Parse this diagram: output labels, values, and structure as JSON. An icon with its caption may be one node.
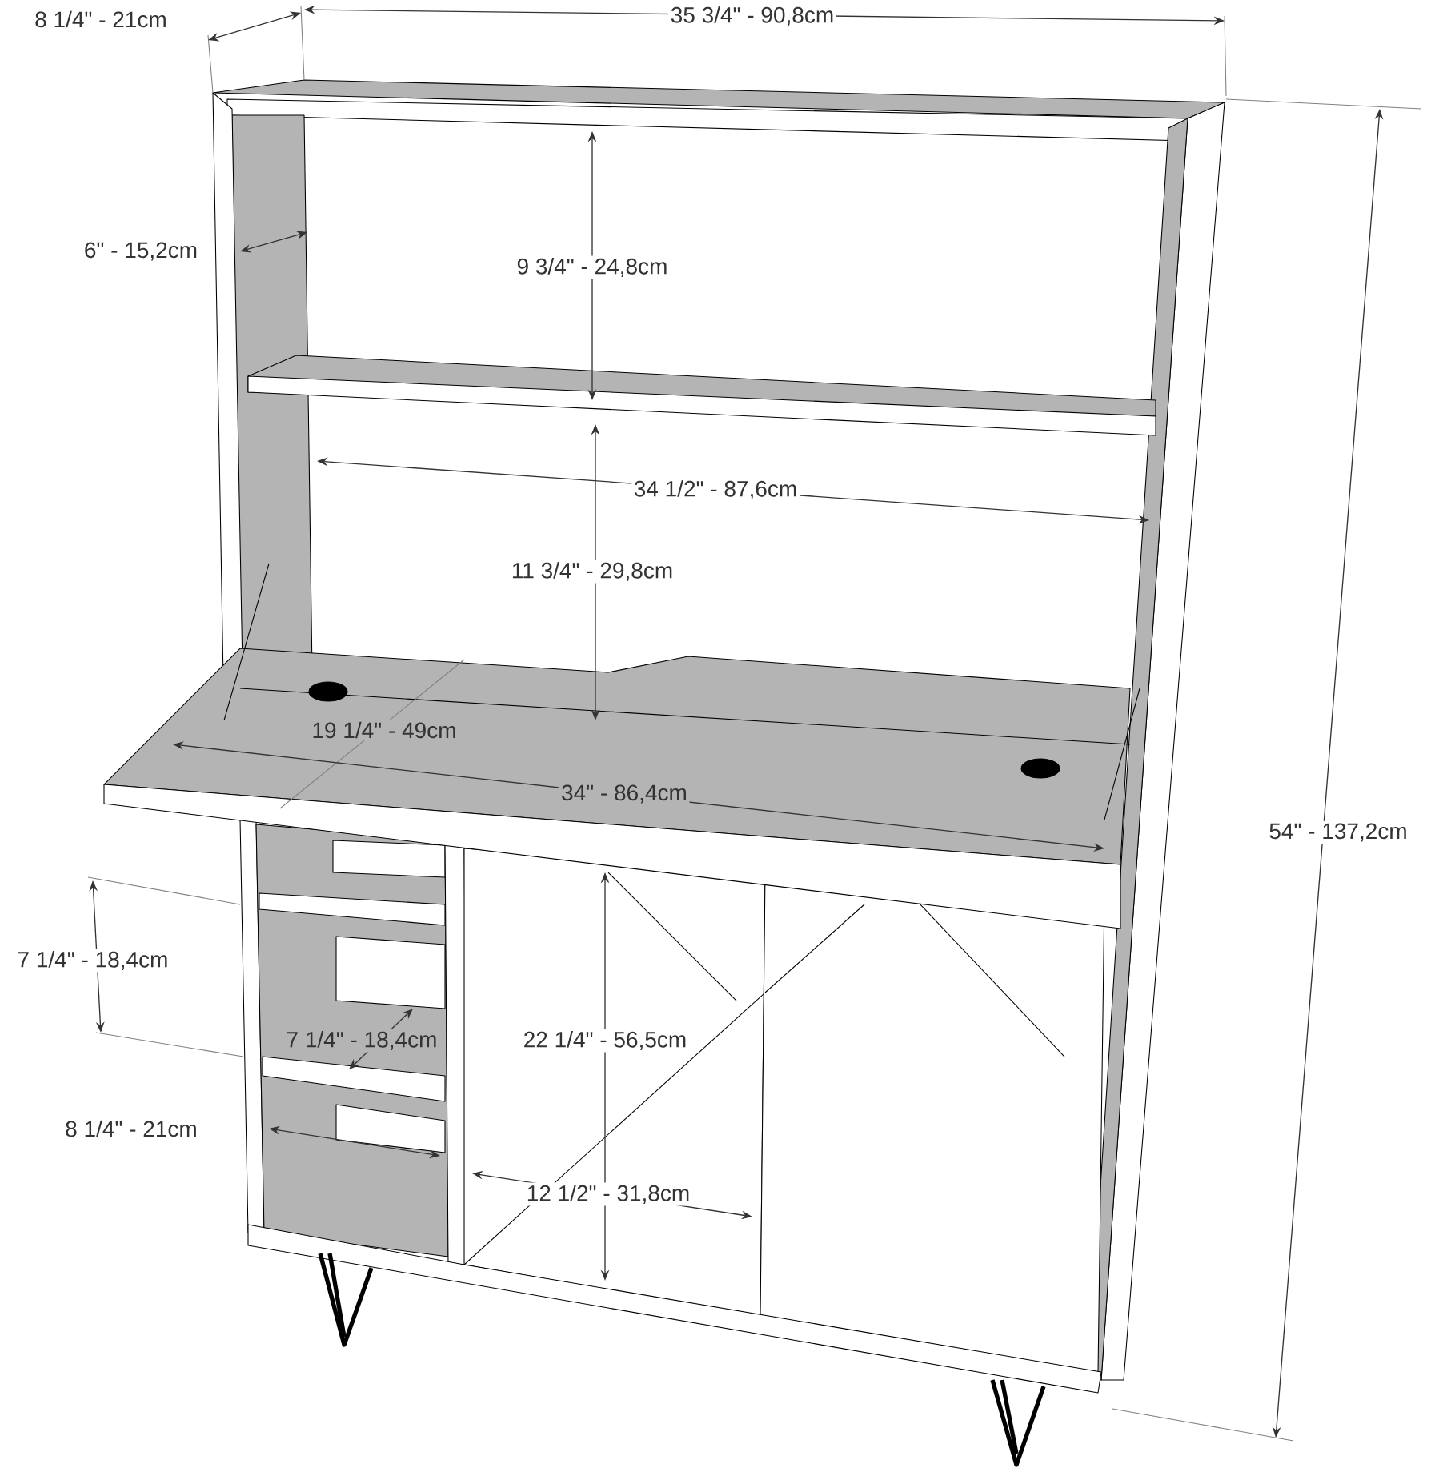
{
  "diagram": {
    "labels": [
      "8 1/4\" - 21cm",
      "35 3/4\" - 90,8cm",
      "6\" - 15,2cm",
      "9 3/4\" - 24,8cm",
      "34 1/2\" - 87,6cm",
      "11 3/4\" - 29,8cm",
      "19 1/4\" - 49cm",
      "34\" - 86,4cm",
      "54\" - 137,2cm",
      "7 1/4\" - 18,4cm",
      "7 1/4\" - 18,4cm",
      "22 1/4\" - 56,5cm",
      "8 1/4\" - 21cm",
      "12 1/2\" - 31,8cm"
    ]
  }
}
